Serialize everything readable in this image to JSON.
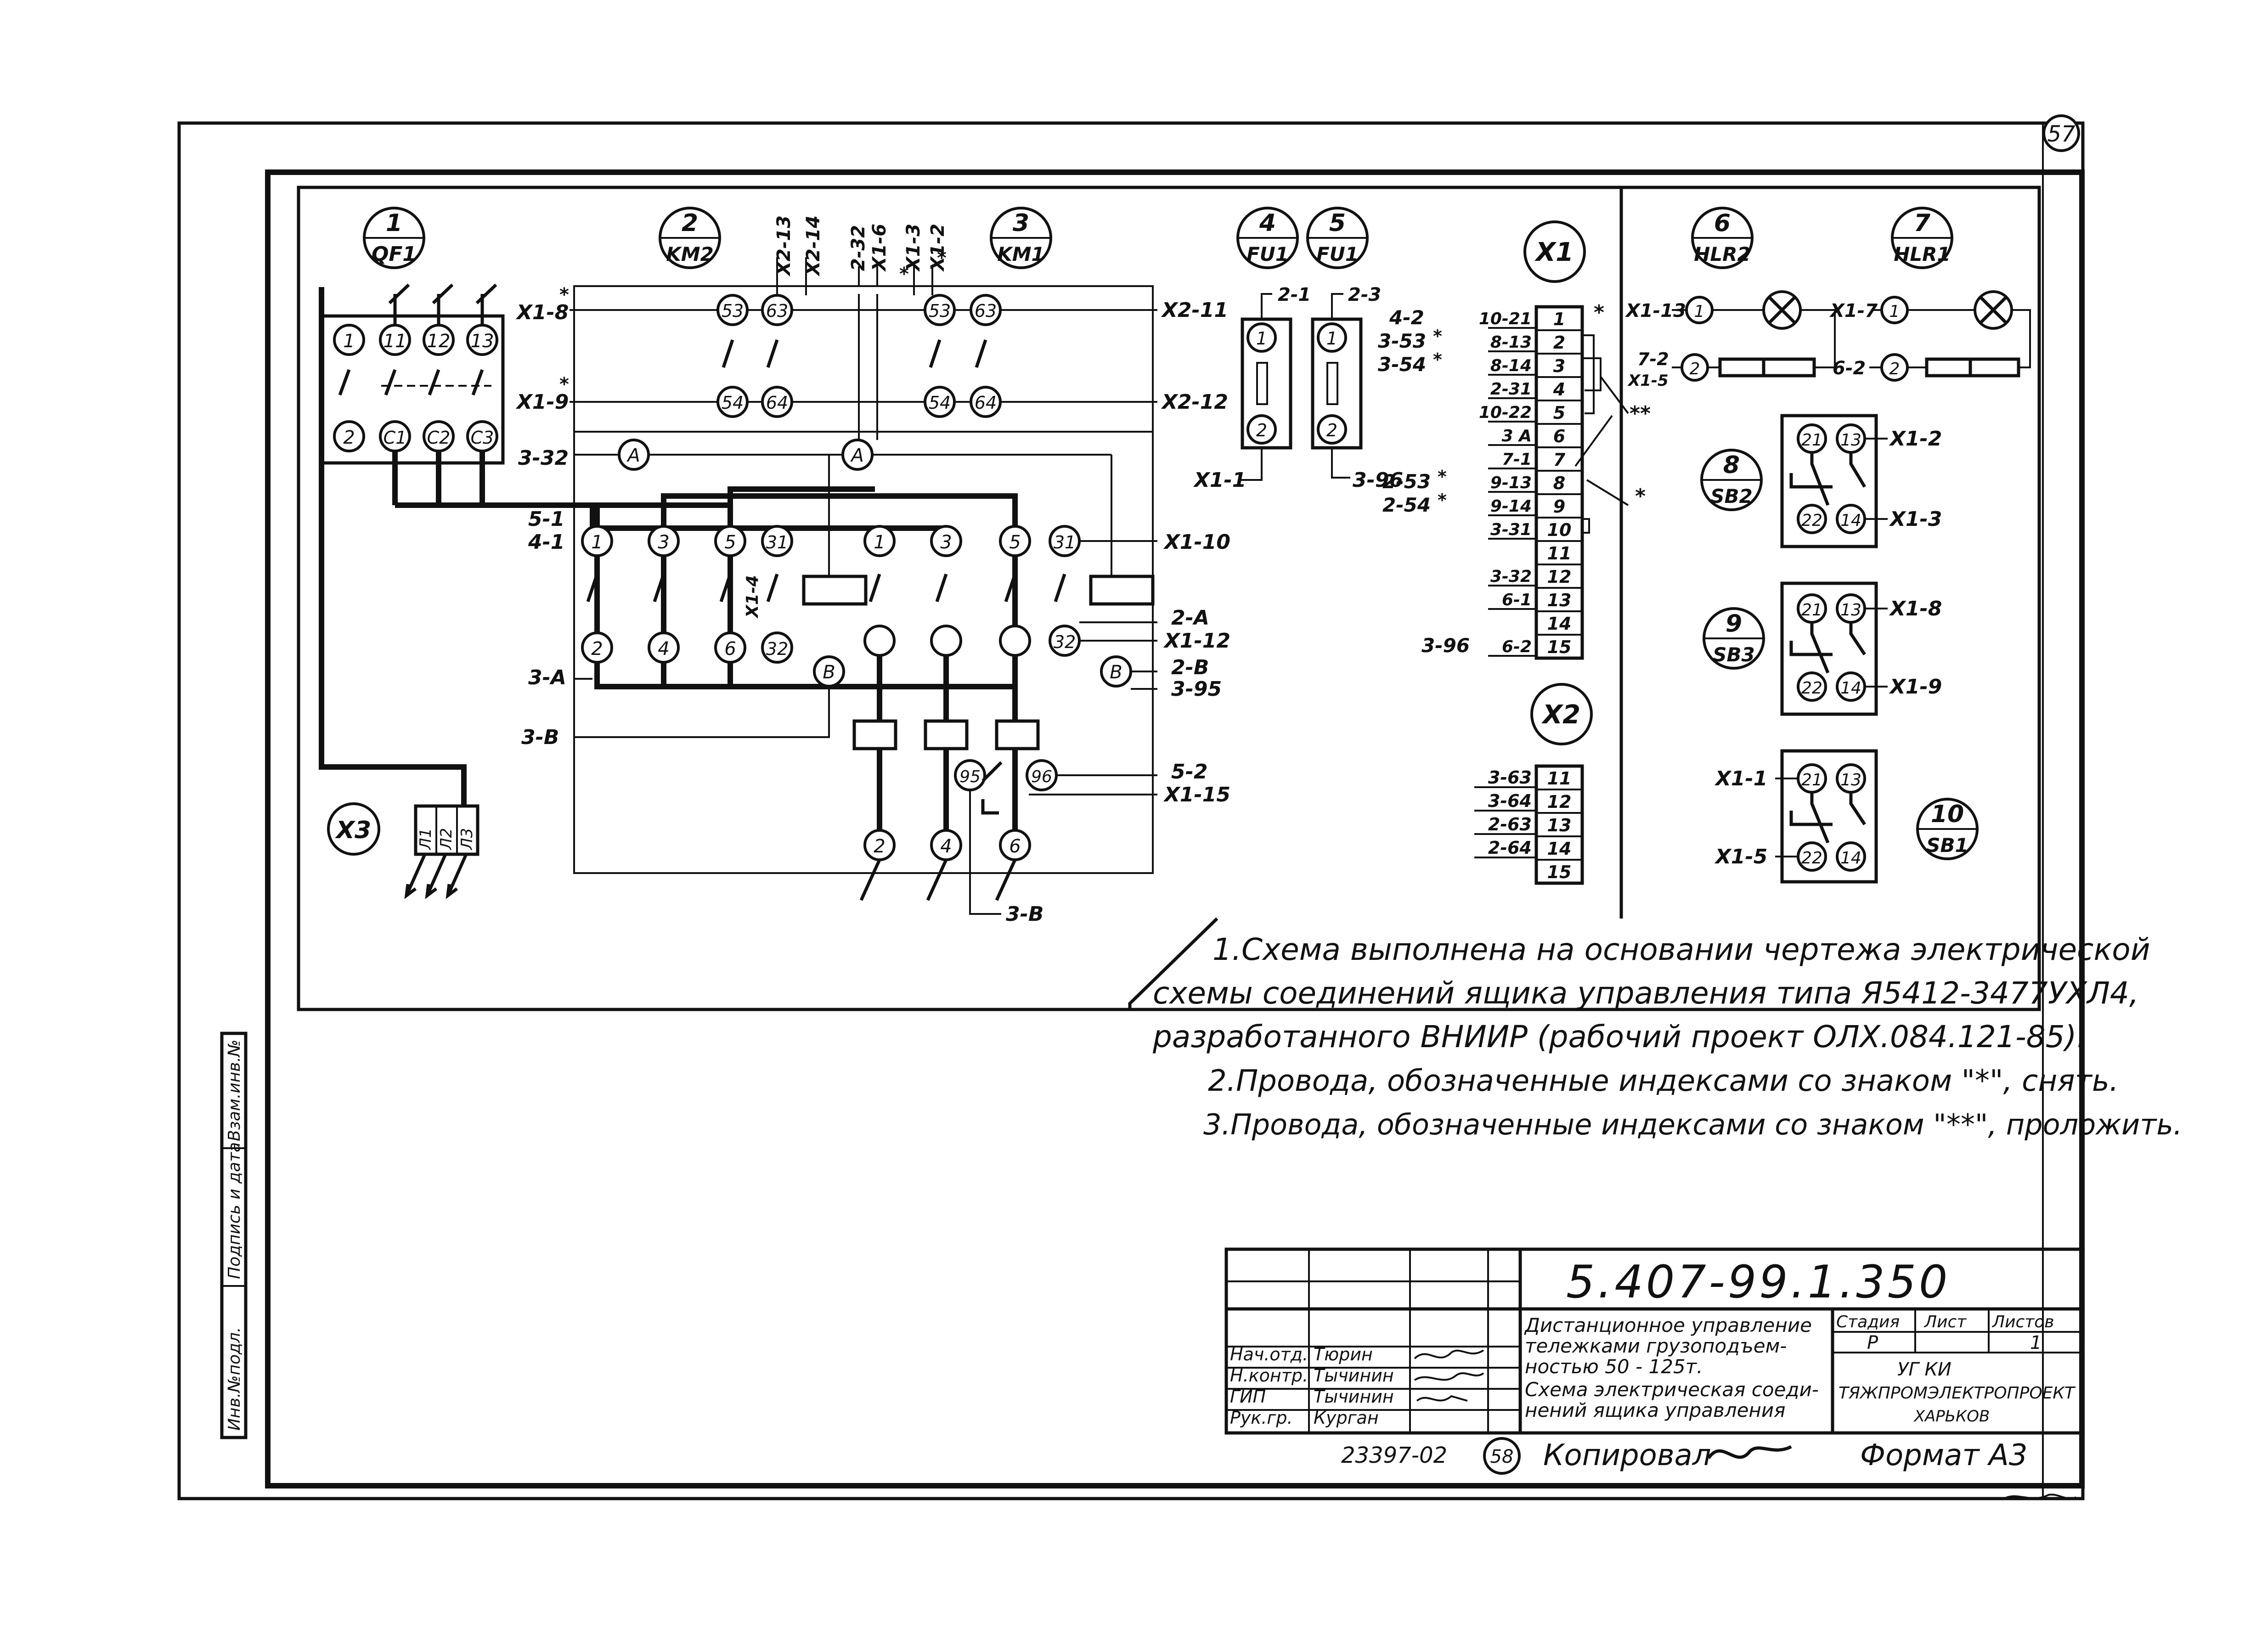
{
  "sheet": {
    "page_no": "57",
    "copy_no": "58",
    "copied_by": "Копировал",
    "format": "Формат А3",
    "inv_no": "23397-02"
  },
  "components": {
    "qf1": {
      "num": "1",
      "code": "QF1"
    },
    "km2": {
      "num": "2",
      "code": "KM2"
    },
    "km1": {
      "num": "3",
      "code": "KM1"
    },
    "fu1a": {
      "num": "4",
      "code": "FU1"
    },
    "fu1b": {
      "num": "5",
      "code": "FU1"
    },
    "hlr2": {
      "num": "6",
      "code": "HLR2"
    },
    "hlr1": {
      "num": "7",
      "code": "HLR1"
    },
    "sb2": {
      "num": "8",
      "code": "SB2"
    },
    "sb3": {
      "num": "9",
      "code": "SB3"
    },
    "sb1": {
      "num": "10",
      "code": "SB1"
    },
    "x1": "X1",
    "x2": "X2",
    "x3": "X3"
  },
  "qf1_terms": {
    "top": [
      "1",
      "11",
      "12",
      "13"
    ],
    "bottom": [
      "2",
      "C1",
      "C2",
      "C3"
    ]
  },
  "x3_phases": [
    "Л1",
    "Л2",
    "Л3"
  ],
  "aux": {
    "wires_left": [
      "Х1-8",
      "Х1-9"
    ],
    "top_wires": [
      "Х2-13",
      "Х2-14",
      "2-32",
      "Х1-6",
      "Х1-3",
      "Х1-2"
    ],
    "km2_terms": {
      "top": [
        "53",
        "63"
      ],
      "bottom": [
        "54",
        "64"
      ]
    },
    "km1_terms": {
      "top": [
        "53",
        "63"
      ],
      "bottom": [
        "54",
        "64"
      ]
    },
    "wires_right": [
      "Х2-11",
      "Х2-12"
    ],
    "star": "*"
  },
  "main": {
    "left_wires": [
      "3-32",
      "5-1",
      "4-1",
      "3-А",
      "3-В"
    ],
    "node_a": "А",
    "node_b": "В",
    "km2_top": [
      "1",
      "3",
      "5",
      "31"
    ],
    "km2_bottom": [
      "2",
      "4",
      "6",
      "32"
    ],
    "km1_top": [
      "1",
      "3",
      "5",
      "31"
    ],
    "km1_bottom": [
      "32"
    ],
    "x1_4": "Х1-4",
    "right_wires": [
      "Х1-10",
      "2-А",
      "Х1-12",
      "2-В",
      "3-95",
      "5-2",
      "Х1-15"
    ],
    "overload_terms": [
      "95",
      "96"
    ],
    "out_terms": [
      "2",
      "4",
      "6"
    ],
    "out_wire": "3-В"
  },
  "fuses": {
    "fu_a": {
      "top_wire": "2-1",
      "t1": "1",
      "t2": "2",
      "bottom_wire": "Х1-1"
    },
    "fu_b": {
      "top_wire": "2-3",
      "t1": "1",
      "t2": "2",
      "bottom_wire": "3-96"
    }
  },
  "x1_block": [
    {
      "wire": "4-2",
      "mid": "10-21",
      "n": "1"
    },
    {
      "wire": "3-53",
      "mid": "8-13",
      "n": "2"
    },
    {
      "wire": "",
      "mid": "",
      "n": "3"
    },
    {
      "wire": "3-54",
      "mid": "8-14",
      "n": "4"
    },
    {
      "wire": "",
      "mid": "2-31",
      "n": "5"
    },
    {
      "wire": "",
      "mid": "10-22",
      "n": "6"
    },
    {
      "wire": "",
      "mid": "3 А",
      "n": "7"
    },
    {
      "wire": "",
      "mid": "7-1",
      "n": "8"
    },
    {
      "wire": "2-53",
      "mid": "9-13",
      "n": "9"
    },
    {
      "wire": "2-54",
      "mid": "9-14",
      "n": "10"
    },
    {
      "wire": "",
      "mid": "3-31",
      "n": "11"
    },
    {
      "wire": "",
      "mid": "3-32",
      "n": "12"
    },
    {
      "wire": "",
      "mid": "6-1",
      "n": "13"
    },
    {
      "wire": "",
      "mid": "",
      "n": "14"
    },
    {
      "wire": "3-96",
      "mid": "6-2",
      "n": "15"
    }
  ],
  "x1_marks": [
    "*",
    "**",
    "*"
  ],
  "x1_rows_actual": [
    "1",
    "2",
    "3",
    "4",
    "5",
    "6",
    "7",
    "8",
    "9",
    "10",
    "11",
    "12",
    "13",
    "14",
    "15"
  ],
  "x2_block": [
    {
      "mid": "3-63",
      "n": "11"
    },
    {
      "mid": "3-64",
      "n": "12"
    },
    {
      "mid": "2-63",
      "n": "13"
    },
    {
      "mid": "2-64",
      "n": "14"
    },
    {
      "mid": "",
      "n": "15"
    }
  ],
  "lamps": {
    "hlr2": {
      "in": "Х1-13",
      "t1": "1",
      "out_a": "7-2",
      "out_b": "Х1-5",
      "t2": "2"
    },
    "hlr1": {
      "in": "Х1-7",
      "t1": "1",
      "out": "6-2",
      "t2": "2"
    }
  },
  "buttons": {
    "sb2": {
      "t": [
        "21",
        "13",
        "22",
        "14"
      ],
      "w1": "Х1-2",
      "w2": "Х1-3"
    },
    "sb3": {
      "t": [
        "21",
        "13",
        "22",
        "14"
      ],
      "w1": "Х1-8",
      "w2": "Х1-9"
    },
    "sb1": {
      "t": [
        "21",
        "13",
        "22",
        "14"
      ],
      "w1": "Х1-1",
      "w2": "Х1-5"
    }
  },
  "notes": [
    "1.Схема выполнена на основании чертежа электрической",
    "схемы соединений ящика управления типа Я5412-3477УХЛ4,",
    "разработанного ВНИИР (рабочий проект ОЛХ.084.121-85).",
    "2.Провода, обозначенные индексами со знаком \"*\", снять.",
    "3.Провода, обозначенные индексами со знаком \"**\", проложить."
  ],
  "title_block": {
    "doc_no": "5.407-99.1.350",
    "roles": [
      "Нач.отд.",
      "Н.контр.",
      "ГИП",
      "Рук.гр."
    ],
    "names": [
      "Тюрин",
      "Тычинин",
      "Тычинин",
      "Курган"
    ],
    "title": [
      "Дистанционное управление",
      "тележками грузоподъем-",
      "ностью 50 - 125т.",
      "Схема электрическая соеди-",
      "нений ящика управления"
    ],
    "stage_head": "Стадия",
    "sheet_head": "Лист",
    "sheets_head": "Листов",
    "stage": "Р",
    "sheets": "1",
    "org": [
      "УГ  КИ",
      "ТЯЖПРОМЭЛЕКТРОПРОЕКТ",
      "ХАРЬКОВ"
    ]
  },
  "side_stamp": [
    "Инв.№подл.",
    "Подпись и дата",
    "Взам.инв.№"
  ]
}
